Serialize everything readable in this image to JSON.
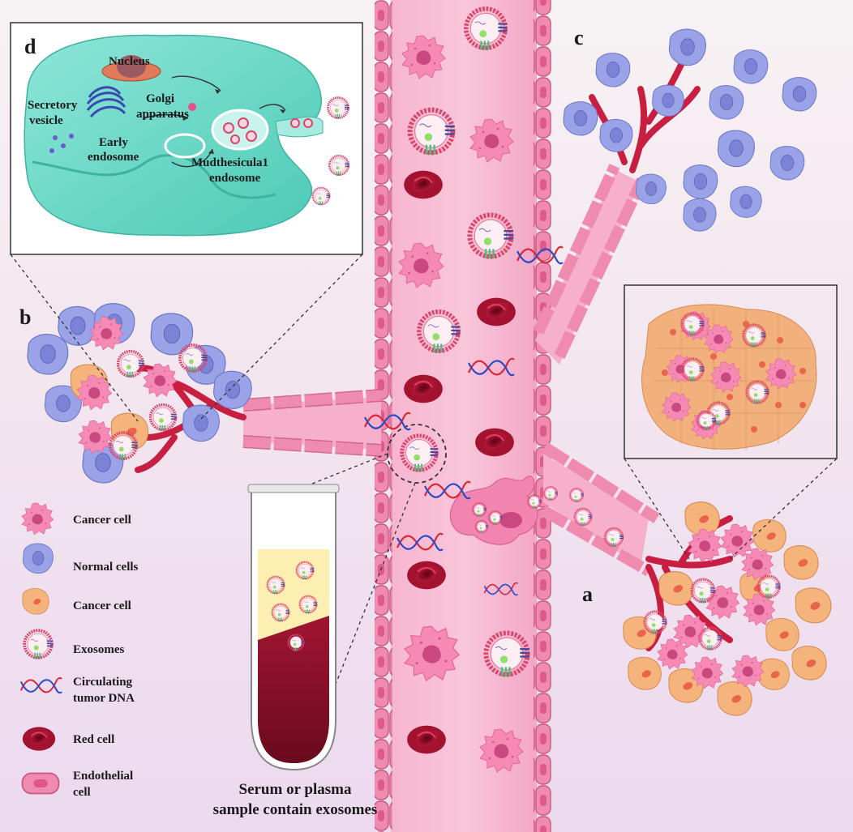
{
  "panels": {
    "a": "a",
    "b": "b",
    "c": "c",
    "d": "d"
  },
  "inset_labels": {
    "nucleus": "Nucleus",
    "golgi_1": "Golgi",
    "golgi_2": "apparatus",
    "secretory_1": "Secretory",
    "secretory_2": "vesicle",
    "early_1": "Early",
    "early_2": "endosome",
    "mvb_1": "Mudthesicula1",
    "mvb_2": "endosome"
  },
  "legend": [
    {
      "icon": "cancer-cell-icon",
      "label": "Cancer cell"
    },
    {
      "icon": "normal-cell-icon",
      "label": "Normal cells"
    },
    {
      "icon": "orange-cancer-cell-icon",
      "label": "Cancer cell"
    },
    {
      "icon": "exosome-icon",
      "label": "Exosomes"
    },
    {
      "icon": "ctdna-icon",
      "label": "Circulating",
      "label2": "tumor DNA"
    },
    {
      "icon": "red-cell-icon",
      "label": "Red cell"
    },
    {
      "icon": "endothelial-cell-icon",
      "label": "Endothelial",
      "label2": "cell"
    }
  ],
  "tube_caption": {
    "line1": "Serum or plasma",
    "line2": "sample contain exosomes"
  },
  "colors": {
    "vessel": "#f5a9c8",
    "endothelial": "#ee85aa",
    "red_cell": "#9e1030",
    "normal_cell": "#8e97e0",
    "cancer_orange": "#f2b27a",
    "cancer_pink": "#f06aa0",
    "exosome": "#d8486e",
    "inset_cell": "#6fd8c8"
  }
}
